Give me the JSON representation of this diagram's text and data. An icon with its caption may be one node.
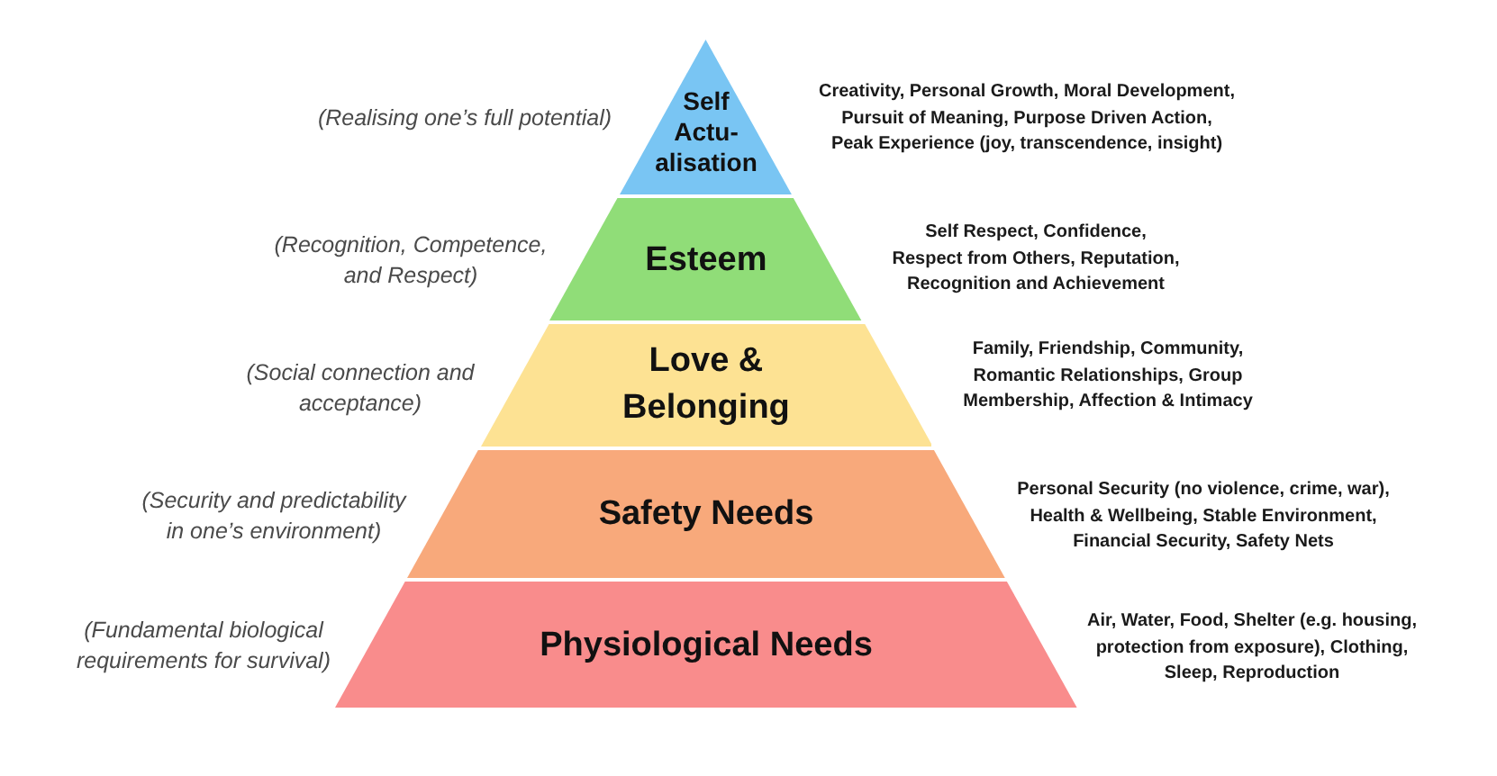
{
  "diagram": {
    "nodes": [
      {
        "text": [
          "Self Actu- alisation"
        ],
        "beside": [
          "(Realising one’s full potential)",
          "Creativity, Personal Growth, Moral Development, Pursuit of Meaning, Purpose Driven Action, Peak Experience (joy, transcendence, insight)"
        ]
      },
      {
        "text": [
          "Esteem"
        ],
        "beside": [
          "(Recognition, Competence, and Respect)",
          "Self Respect, Confidence, Respect from Others, Reputation, Recognition and Achievement"
        ]
      },
      {
        "text": [
          "Love & Belonging"
        ],
        "beside": [
          "(Social connection and acceptance)",
          "Family, Friendship, Community, Romantic Relationships, Group Membership, Affection & Intimacy"
        ]
      },
      {
        "text": [
          "Safety Needs"
        ],
        "beside": [
          "(Security and predictability in one’s environment)",
          "Personal Security (no violence, crime, war), Health & Wellbeing, Stable Environment, Financial Security, Safety Nets"
        ]
      },
      {
        "text": [
          "Physiological Needs"
        ],
        "beside": [
          "(Fundamental biological requirements for survival)",
          "Air, Water, Food, Shelter (e.g. housing, protection from exposure), Clothing, Sleep, Reproduction"
        ]
      }
    ]
  }
}
